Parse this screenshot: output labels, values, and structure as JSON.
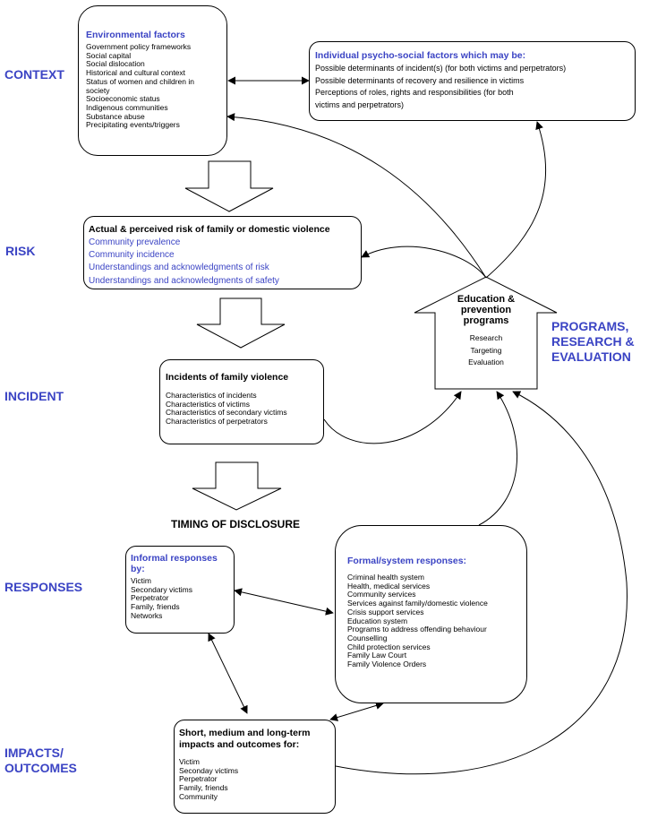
{
  "side_labels": {
    "context": "CONTEXT",
    "risk": "RISK",
    "incident": "INCIDENT",
    "responses": "RESPONSES",
    "impacts_line1": "IMPACTS/",
    "impacts_line2": "OUTCOMES",
    "programs_line1": "PROGRAMS,",
    "programs_line2": "RESEARCH &",
    "programs_line3": "EVALUATION"
  },
  "environmental": {
    "title": "Environmental factors",
    "items": [
      "Government policy frameworks",
      "Social capital",
      "Social dislocation",
      "Historical and cultural context",
      "Status of women and children in",
      "society",
      "Socioeconomic status",
      "Indigenous communities",
      "Substance abuse",
      "Precipitating events/triggers"
    ]
  },
  "individual": {
    "title": "Individual psycho-social factors which may be:",
    "items": [
      "Possible determinants of incident(s) (for both victims and perpetrators)",
      "Possible determinants of recovery and resilience in victims",
      "Perceptions of roles, rights and responsibilities (for both",
      "victims and perpetrators)"
    ]
  },
  "risk_box": {
    "title": "Actual & perceived risk of family or domestic violence",
    "items": [
      "Community prevalence",
      "Community incidence",
      "Understandings and acknowledgments of risk",
      "Understandings and acknowledgments of safety"
    ]
  },
  "incident_box": {
    "title": "Incidents of family violence",
    "items": [
      "Characteristics of incidents",
      "Characteristics of victims",
      "Characteristics of secondary victims",
      "Characteristics of perpetrators"
    ]
  },
  "programs_box": {
    "title_line1": "Education &",
    "title_line2": "prevention",
    "title_line3": "programs",
    "items": [
      "Research",
      "Targeting",
      "Evaluation"
    ]
  },
  "timing_label": "TIMING OF DISCLOSURE",
  "informal": {
    "title_line1": "Informal responses",
    "title_line2": "by:",
    "items": [
      "Victim",
      "Secondary victims",
      "Perpetrator",
      "Family, friends",
      "Networks"
    ]
  },
  "formal": {
    "title": "Formal/system responses:",
    "items": [
      "Criminal health system",
      "Health, medical services",
      "Community services",
      "Services against family/domestic violence",
      "Crisis support services",
      "Education system",
      "Programs to address offending behaviour",
      "Counselling",
      "Child protection services",
      "Family Law Court",
      "Family Violence Orders"
    ]
  },
  "impacts": {
    "title_line1": "Short, medium and long-term",
    "title_line2": "impacts and outcomes for:",
    "items": [
      "Victim",
      "Seconday victims",
      "Perpetrator",
      "Family, friends",
      "Community"
    ]
  },
  "colors": {
    "label_blue": "#3b44c4",
    "line": "#000000"
  }
}
